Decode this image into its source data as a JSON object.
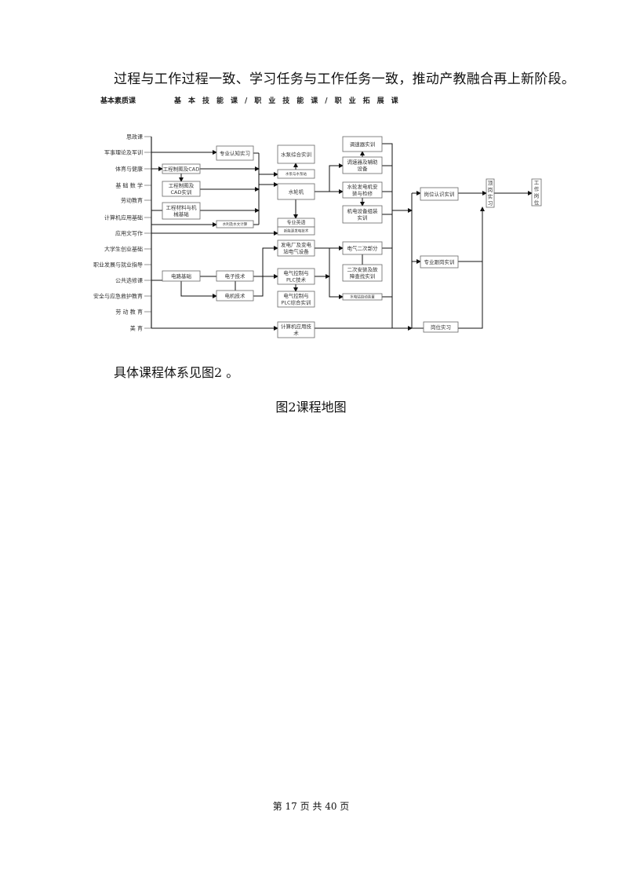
{
  "paragraph_top": "过程与工作过程一致、学习任务与工作任务一致，推动产教融合再上新阶段。",
  "diagram": {
    "header": {
      "basic_quality": "基本素质课",
      "skills": "基　本　技　能　课　/　职　业　技　能　课　/　职　业　拓　展　课"
    },
    "left_courses": [
      "思政课",
      "军事理论及军训",
      "体育与健康",
      "基 础 数 学",
      "劳动教育",
      "计算机应用基础",
      "应用文写作",
      "大学生创业基础",
      "职业发展与就业指导",
      "公共选修课",
      "安全与应急救护教育",
      "劳 动 教 育",
      "美 育"
    ],
    "boxes": {
      "zhuanye_renzhi": [
        "专业认知实习"
      ],
      "gongcheng_zhitu": [
        "工程制图及CAD"
      ],
      "zhitu_shixun": [
        "工程制图及",
        "CAD实训"
      ],
      "cailiao": [
        "工程材料与机",
        "械基础"
      ],
      "shuili": [
        "水利及水文计算"
      ],
      "shuibeng_zonghe": [
        "水泵综合实训"
      ],
      "shuibeng": [
        "水泵与水泵站"
      ],
      "shuilunji": [
        "水轮机"
      ],
      "yingyu": [
        "专业英语"
      ],
      "xinnengyuan": [
        "新能源发电技术"
      ],
      "fadianchang": [
        "发电厂及变电",
        "站电气设备"
      ],
      "plc": [
        "电气控制与",
        "PLC技术"
      ],
      "plc_shixun": [
        "电气控制与",
        "PLC综合实训"
      ],
      "jisuanji": [
        "计算机应用技",
        "术"
      ],
      "dianlu": [
        "电路基础"
      ],
      "dianzi": [
        "电子技术"
      ],
      "dianji": [
        "电机技术"
      ],
      "tiaosuqi_shixun": [
        "调速器实训"
      ],
      "tiaosuqi": [
        "调速器及辅助",
        "设备"
      ],
      "fadianji": [
        "水轮发电机安",
        "装与检修"
      ],
      "zuzhuang": [
        "机电设备组装",
        "实训"
      ],
      "erci": [
        "电气二次部分"
      ],
      "erci_anzhuang": [
        "二次安装及故",
        "障查找实训"
      ],
      "zidong": [
        "水电站自动装置"
      ],
      "gangwei_renshi": [
        "岗位认识实训"
      ],
      "genggang": [
        "专业跟岗实训"
      ],
      "gangwei_shixi": [
        "岗位实习"
      ],
      "dinggang": [
        "顶",
        "岗",
        "实",
        "习"
      ],
      "gongzuo": [
        "工",
        "作",
        "岗",
        "位"
      ]
    }
  },
  "paragraph_bottom": "具体课程体系见图2 。",
  "caption": "图2课程地图",
  "footer": "第 17 页 共 40 页"
}
